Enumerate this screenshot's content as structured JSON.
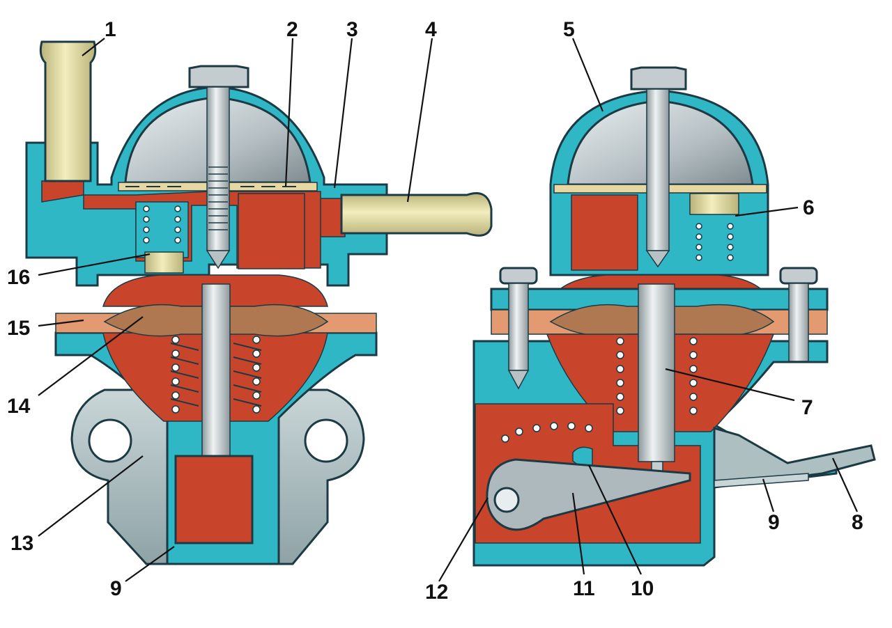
{
  "callouts": [
    "1",
    "2",
    "3",
    "4",
    "5",
    "6",
    "16",
    "15",
    "14",
    "13",
    "9",
    "7",
    "12",
    "11",
    "10",
    "9",
    "8"
  ],
  "colors": {
    "housing": "#2fb7c6",
    "fuel_chamber": "#c8452b",
    "cover": "#b5bfc3",
    "fitting": "#ddd79a",
    "diaphragm": "#e39a70",
    "bracket": "#aebfc2",
    "outline": "#1b3a44"
  }
}
